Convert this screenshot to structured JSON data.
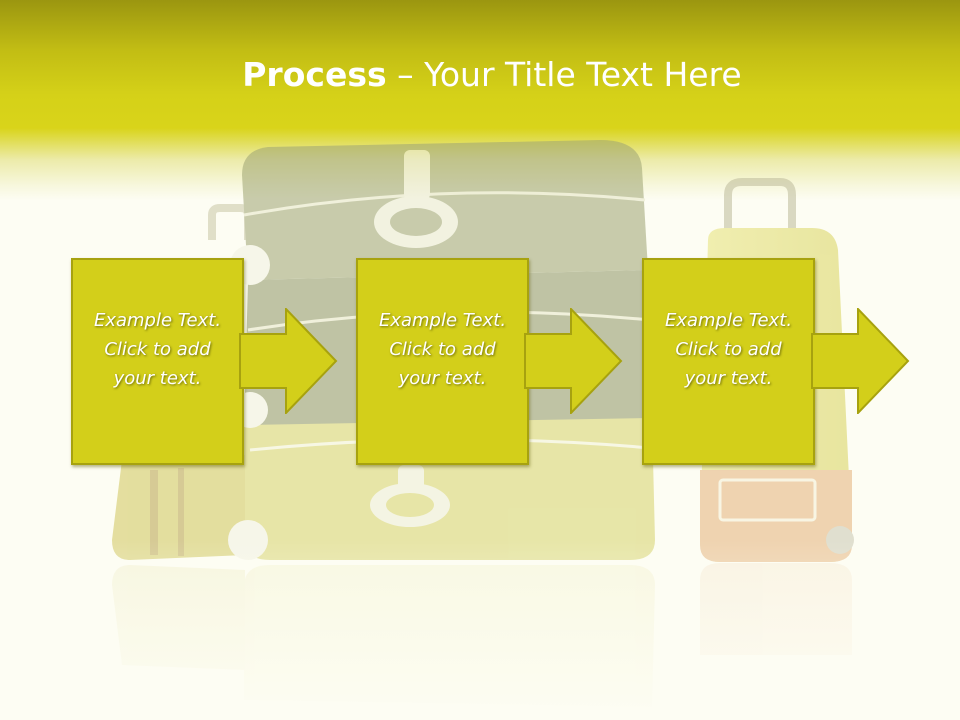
{
  "slide": {
    "title_bold": "Process",
    "title_rest": " – Your Title Text Here"
  },
  "process_steps": [
    {
      "text": "Example Text.\nClick  to add\nyour text."
    },
    {
      "text": "Example Text.\nClick  to add\nyour text."
    },
    {
      "text": "Example Text.\nClick  to add\nyour text."
    }
  ],
  "colors": {
    "accent": "#d3cf1a",
    "accent_border": "#a7a20f",
    "title_band_top": "#9b9610",
    "background": "#fdfdf3",
    "text": "#ffffff"
  },
  "background_image": "suitcases-photo"
}
